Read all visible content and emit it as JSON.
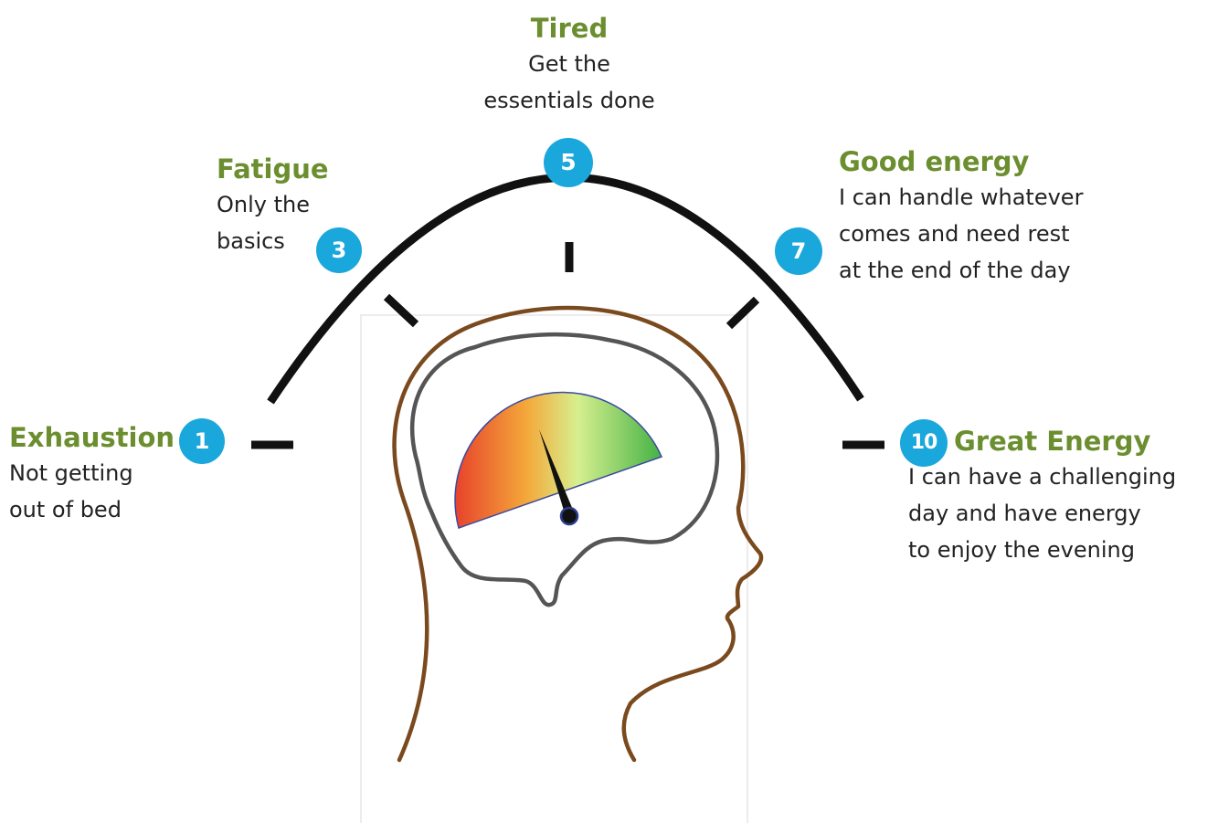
{
  "colors": {
    "title_green": "#6b8e2f",
    "badge_blue": "#1aa7dc",
    "arc": "#111111",
    "head_outline": "#7a4a1e",
    "brain_outline": "#555555",
    "gauge_red": "#e8452c",
    "gauge_orange": "#f4a93a",
    "gauge_yellow_green": "#d7ef8f",
    "gauge_green": "#4bb548",
    "needle": "#111111"
  },
  "levels": [
    {
      "number": "1",
      "title": "Exhaustion",
      "lines": [
        "Not getting",
        "out of bed"
      ]
    },
    {
      "number": "3",
      "title": "Fatigue",
      "lines": [
        "Only the",
        "basics"
      ]
    },
    {
      "number": "5",
      "title": "Tired",
      "lines": [
        "Get the",
        "essentials done"
      ]
    },
    {
      "number": "7",
      "title": "Good energy",
      "lines": [
        "I can handle whatever",
        "comes and need rest",
        "at the end of the day"
      ]
    },
    {
      "number": "10",
      "title": "Great Energy",
      "lines": [
        "I can have a challenging",
        "day and have energy",
        "to enjoy the evening"
      ]
    }
  ],
  "icons": {
    "arc": "energy-scale-arc-icon",
    "head": "human-head-profile-icon",
    "brain": "brain-outline-icon",
    "gauge": "energy-gauge-icon",
    "needle": "gauge-needle-icon"
  },
  "gauge": {
    "needle_level": 5.5,
    "scale_min": 1,
    "scale_max": 10
  }
}
